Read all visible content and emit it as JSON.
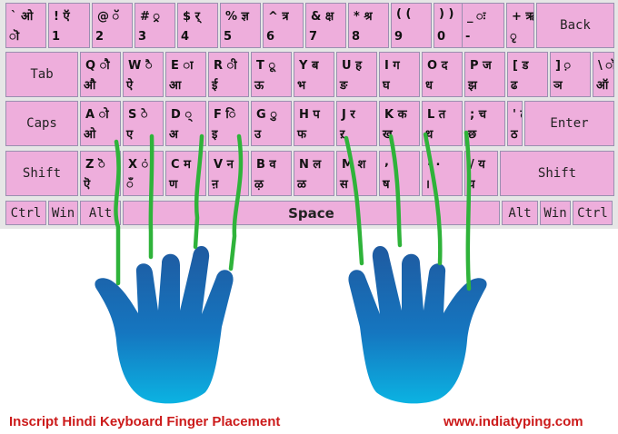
{
  "rows": [
    [
      {
        "id": "backtick",
        "tl": "` ओ",
        "bl": "ॊ"
      },
      {
        "id": "1",
        "tl": "! ऍ",
        "bl": "1"
      },
      {
        "id": "2",
        "tl": "@ ॅ",
        "bl": "2"
      },
      {
        "id": "3",
        "tl": "# ्र",
        "bl": "3"
      },
      {
        "id": "4",
        "tl": "$ र्",
        "bl": "4"
      },
      {
        "id": "5",
        "tl": "% ज्ञ",
        "bl": "5"
      },
      {
        "id": "6",
        "tl": "^ त्र",
        "bl": "6"
      },
      {
        "id": "7",
        "tl": "& क्ष",
        "bl": "7"
      },
      {
        "id": "8",
        "tl": "* श्र",
        "bl": "8"
      },
      {
        "id": "9",
        "tl": "( (",
        "bl": "9"
      },
      {
        "id": "0",
        "tl": ") )",
        "bl": "0"
      },
      {
        "id": "minus",
        "tl": "_ ः",
        "bl": "-"
      },
      {
        "id": "equals",
        "tl": "+ ऋ",
        "bl": "ृ"
      },
      {
        "id": "backspace",
        "t": "Back"
      }
    ],
    [
      {
        "id": "tab",
        "t": "Tab"
      },
      {
        "id": "q",
        "tl": "Q ौ",
        "bl": "औ"
      },
      {
        "id": "w",
        "tl": "W ै",
        "bl": "ऐ"
      },
      {
        "id": "e",
        "tl": "E ा",
        "bl": "आ"
      },
      {
        "id": "r",
        "tl": "R ी",
        "bl": "ई"
      },
      {
        "id": "t",
        "tl": "T ू",
        "bl": "ऊ"
      },
      {
        "id": "y",
        "tl": "Y ब",
        "bl": "भ"
      },
      {
        "id": "u",
        "tl": "U ह",
        "bl": "ङ"
      },
      {
        "id": "i",
        "tl": "I ग",
        "bl": "घ"
      },
      {
        "id": "o",
        "tl": "O द",
        "bl": "ध"
      },
      {
        "id": "p",
        "tl": "P ज",
        "bl": "झ"
      },
      {
        "id": "lbracket",
        "tl": "[ ड",
        "bl": "ढ"
      },
      {
        "id": "rbracket",
        "tl": "] ़",
        "bl": "ञ"
      },
      {
        "id": "backslash",
        "tl": "\\ ॉ",
        "bl": "ऑ"
      }
    ],
    [
      {
        "id": "caps",
        "t": "Caps"
      },
      {
        "id": "a",
        "tl": "A ो",
        "bl": "ओ"
      },
      {
        "id": "s",
        "tl": "S े",
        "bl": "ए"
      },
      {
        "id": "d",
        "tl": "D ्",
        "bl": "अ"
      },
      {
        "id": "f",
        "tl": "F ि",
        "bl": "इ"
      },
      {
        "id": "g",
        "tl": "G ु",
        "bl": "उ"
      },
      {
        "id": "h",
        "tl": "H प",
        "bl": "फ"
      },
      {
        "id": "j",
        "tl": "J र",
        "bl": "ऱ"
      },
      {
        "id": "k",
        "tl": "K क",
        "bl": "ख"
      },
      {
        "id": "l",
        "tl": "L त",
        "bl": "थ"
      },
      {
        "id": "semicolon",
        "tl": "; च",
        "bl": "छ"
      },
      {
        "id": "quote",
        "tl": "' ट",
        "bl": "ठ"
      },
      {
        "id": "enter",
        "t": "Enter"
      }
    ],
    [
      {
        "id": "lshift",
        "t": "Shift"
      },
      {
        "id": "z",
        "tl": "Z ॆ",
        "bl": "ऎ"
      },
      {
        "id": "x",
        "tl": "X ं",
        "bl": "ँ"
      },
      {
        "id": "c",
        "tl": "C म",
        "bl": "ण"
      },
      {
        "id": "v",
        "tl": "V न",
        "bl": "ऩ"
      },
      {
        "id": "b",
        "tl": "B व",
        "bl": "ऴ"
      },
      {
        "id": "n",
        "tl": "N ल",
        "bl": "ळ"
      },
      {
        "id": "m",
        "tl": "M श",
        "bl": "स"
      },
      {
        "id": "comma",
        "tl": ", ,",
        "bl": "ष"
      },
      {
        "id": "period",
        "tl": ". .",
        "bl": "।"
      },
      {
        "id": "slash",
        "tl": "/ य",
        "bl": "य़"
      },
      {
        "id": "rshift",
        "t": "Shift"
      }
    ],
    [
      {
        "id": "lctrl",
        "t": "Ctrl"
      },
      {
        "id": "lwin",
        "t": "Win"
      },
      {
        "id": "lalt",
        "t": "Alt"
      },
      {
        "id": "space",
        "t": "Space",
        "bold": true
      },
      {
        "id": "ralt",
        "t": "Alt"
      },
      {
        "id": "rwin",
        "t": "Win"
      },
      {
        "id": "rctrl",
        "t": "Ctrl"
      }
    ]
  ],
  "caption_left": "Inscript Hindi Keyboard Finger Placement",
  "caption_right": "www.indiatyping.com",
  "colors": {
    "key_fill": "#eeaedc",
    "finger_line": "#2fb33a",
    "hand_top": "#1f5aa0",
    "hand_bottom": "#0bb3e2",
    "caption": "#cc1b1b"
  }
}
